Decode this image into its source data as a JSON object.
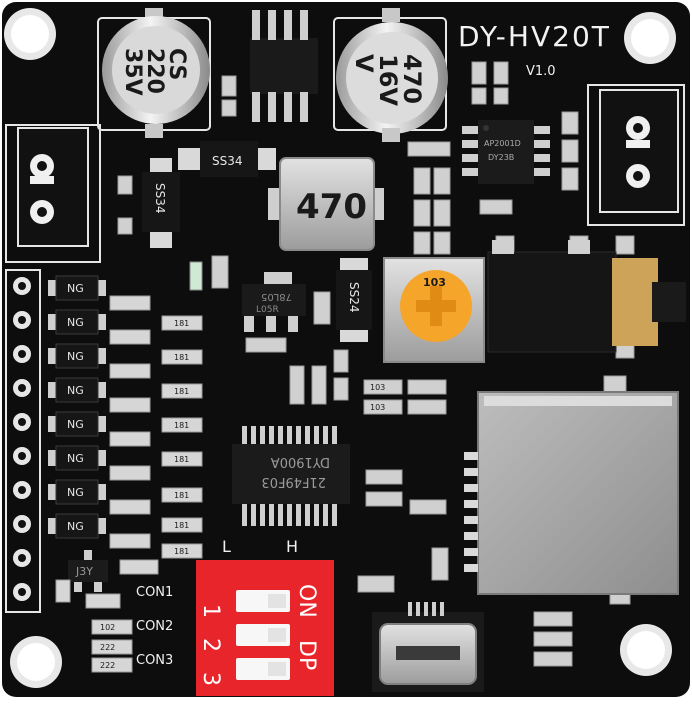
{
  "board": {
    "title": "DY-HV20T",
    "version": "V1.0"
  },
  "capacitors": {
    "left": {
      "line1": "CS",
      "line2": "220",
      "line3": "35V"
    },
    "right": {
      "line1": "470",
      "line2": "16V",
      "line3": "V"
    }
  },
  "components": {
    "inductor": "470",
    "diode_top": "SS34",
    "diode_left": "SS34",
    "diode_mid": "SS24",
    "potentiometer": "103",
    "amp_chip": "AP2001D",
    "amp_chip_code": "DY23B",
    "regulator": "78L05",
    "regulator_code": "L05R",
    "main_chip_line1": "DY1900A",
    "main_chip_line2": "21F49F03",
    "transistor": "J3Y",
    "resistor": "181",
    "resistor_alt": "103",
    "resistor_b": "102",
    "resistor_c": "222"
  },
  "ng_labels": [
    "NG",
    "NG",
    "NG",
    "NG",
    "NG",
    "NG",
    "NG",
    "NG"
  ],
  "silkscreen": {
    "level_low": "L",
    "level_high": "H",
    "con1": "CON1",
    "con2": "CON2",
    "con3": "CON3"
  },
  "dip_switch": {
    "numbers": [
      "1",
      "2",
      "3"
    ],
    "label_on": "ON",
    "label_dp": "DP",
    "states": [
      "off",
      "off",
      "off"
    ],
    "colors": {
      "body": "#e8252a",
      "slot": "#f7f7f7"
    }
  },
  "colors": {
    "pcb": "#0d0d0d",
    "silk": "#f2f2f2",
    "metal": "#c9c9c9",
    "pot": "#f4a52a"
  }
}
